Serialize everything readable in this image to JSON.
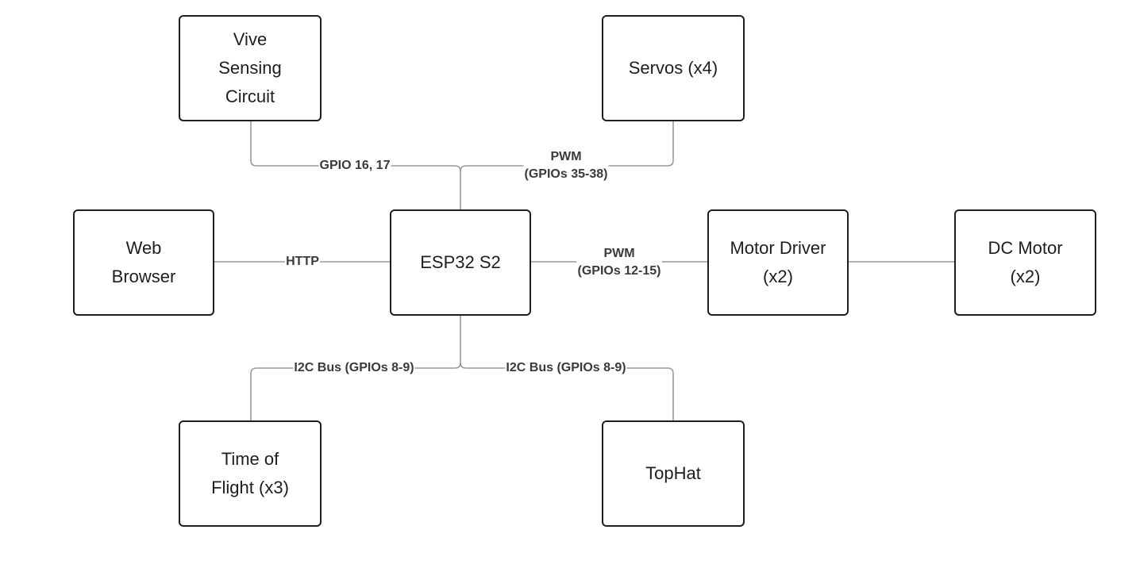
{
  "nodes": {
    "vive": "Vive\nSensing\nCircuit",
    "servos": "Servos (x4)",
    "web": "Web\nBrowser",
    "esp": "ESP32 S2",
    "motor_driver": "Motor Driver\n(x2)",
    "dc_motor": "DC Motor\n(x2)",
    "tof": "Time of\nFlight (x3)",
    "tophat": "TopHat"
  },
  "edges": {
    "gpio_vive": "GPIO 16, 17",
    "pwm_servo": "PWM\n(GPIOs 35-38)",
    "http": "HTTP",
    "pwm_motor": "PWM\n(GPIOs 12-15)",
    "i2c_tof": "I2C Bus (GPIOs 8-9)",
    "i2c_tophat": "I2C Bus (GPIOs 8-9)"
  },
  "colors": {
    "box_border": "#1e1e1e",
    "wire": "#9a9a9a",
    "label_text": "#3a3a3a"
  }
}
